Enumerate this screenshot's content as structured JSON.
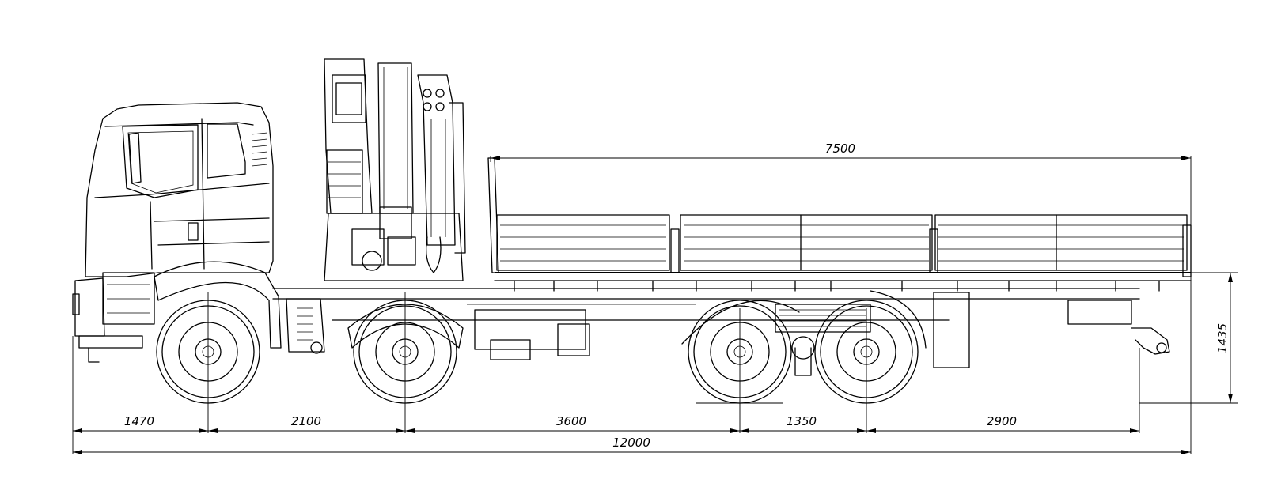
{
  "drawing": {
    "dimensions": {
      "body_length": "7500",
      "front_overhang": "1470",
      "wheelbase_1_2": "2100",
      "wheelbase_2_3": "3600",
      "wheelbase_3_4": "1350",
      "rear_overhang": "2900",
      "overall_length": "12000",
      "platform_height": "1435"
    },
    "colors": {
      "line": "#000000",
      "background": "#ffffff"
    }
  }
}
